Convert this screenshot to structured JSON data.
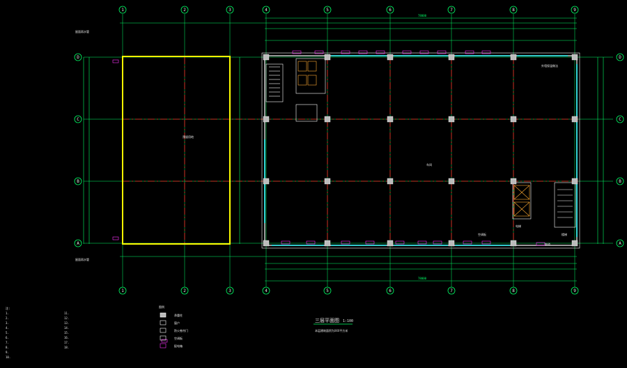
{
  "drawing": {
    "grid_top_labels": [
      "1",
      "2",
      "3",
      "4",
      "5",
      "6",
      "7",
      "8",
      "9"
    ],
    "grid_side_labels": [
      "D",
      "C",
      "B",
      "A"
    ],
    "title": "三层平面图",
    "scale": "1:100",
    "subtitle": "本层建筑面积为XXX平方米",
    "notes_title": "注:",
    "legend_title": "图例",
    "room_label_left": "预留用地",
    "room_label_right": "车间",
    "tag_stair": "楼梯",
    "tag_elevator": "电梯",
    "tag_ramp": "坡道",
    "note_top_left": "屋面雨水管",
    "note_top_right": "外墙保温做法",
    "note_bottom_right": "空调板",
    "note_left_bottom": "屋面雨水管",
    "dims_total": "78000",
    "notes": [
      "1.",
      "2.",
      "3.",
      "4.",
      "5.",
      "6.",
      "7.",
      "8.",
      "9.",
      "10."
    ],
    "notes2": [
      "11.",
      "12.",
      "13.",
      "14.",
      "15.",
      "16.",
      "17.",
      "18."
    ],
    "legend": [
      "承重柱",
      "窗户",
      "防火卷帘门",
      "空调板",
      "配电箱"
    ]
  },
  "colors": {
    "grid": "#ff2020",
    "dim": "#00ff66",
    "wall": "#ffffff",
    "accent": "#ff33ff",
    "window": "#33ffff",
    "boundary": "#ffff00"
  }
}
